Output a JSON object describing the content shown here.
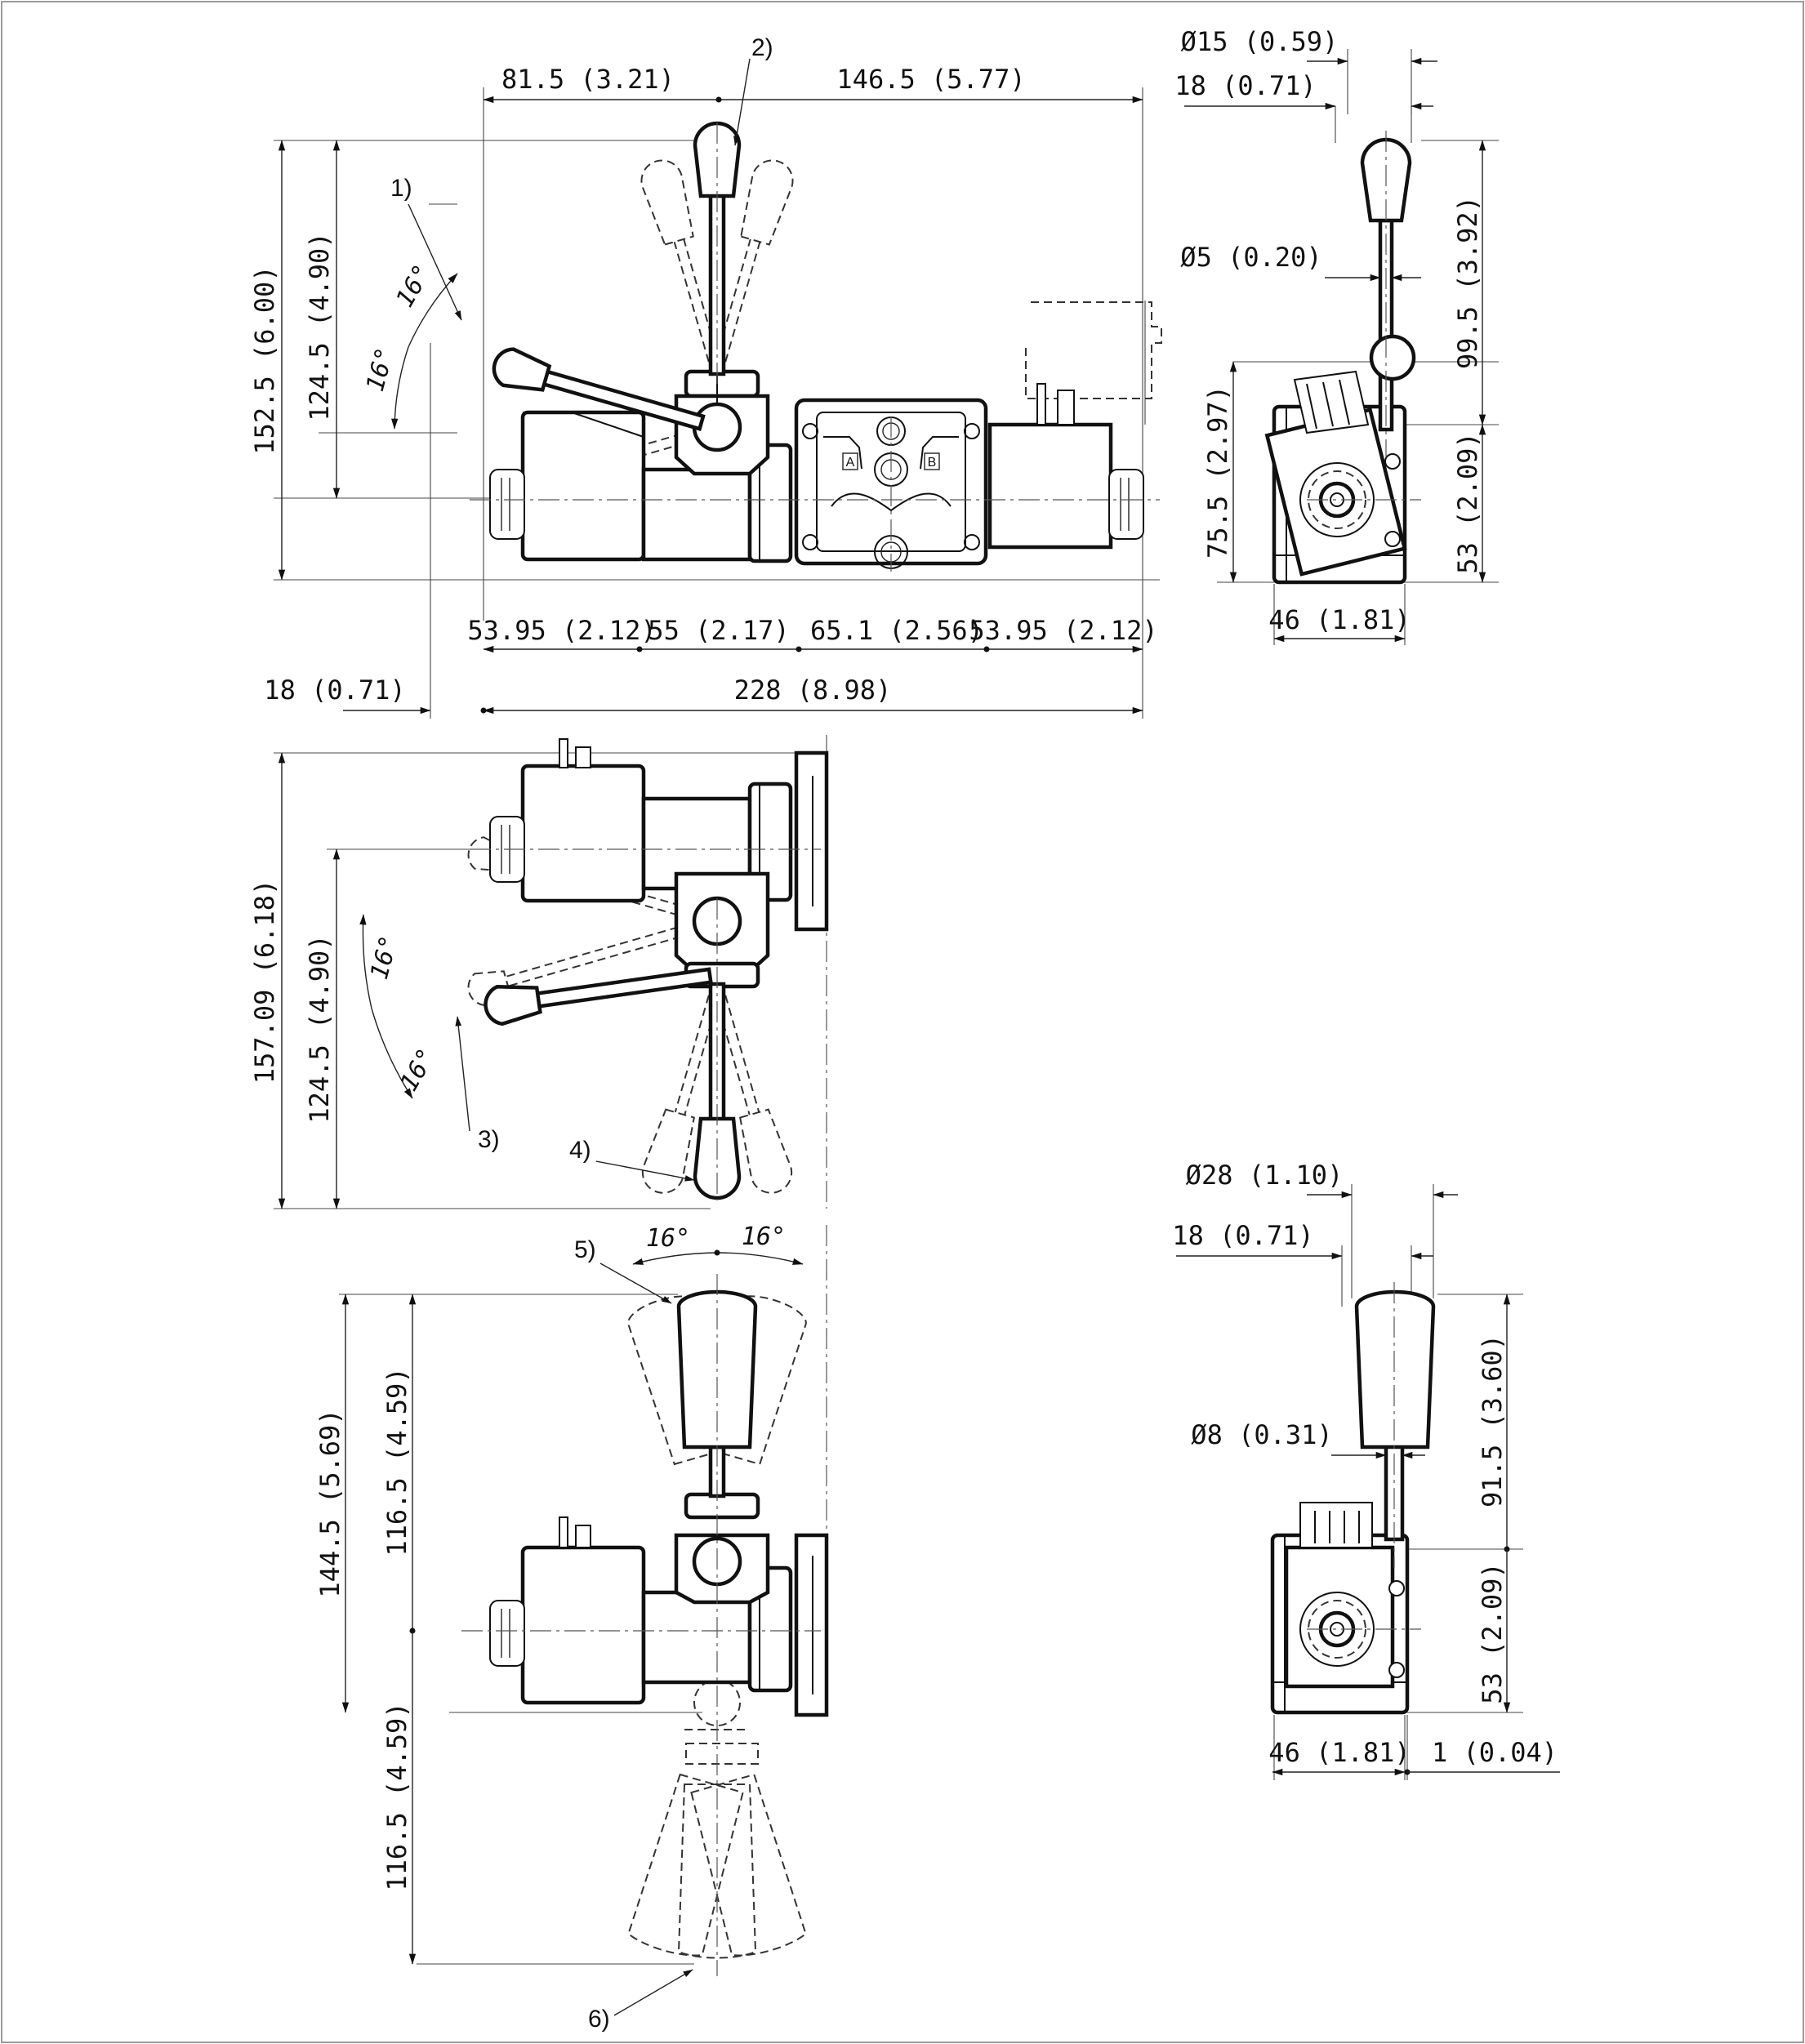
{
  "dimensions": {
    "top_view": {
      "left_to_lever": "81.5 (3.21)",
      "lever_to_right": "146.5 (5.77)",
      "total_height": "152.5 (6.00)",
      "lever_height": "124.5 (4.90)",
      "angle_upper": "16°",
      "angle_lower": "16°",
      "seg_1": "53.95 (2.12)",
      "seg_2": "55 (2.17)",
      "seg_3": "65.1 (2.56)",
      "seg_4": "53.95 (2.12)",
      "offset": "18 (0.71)",
      "total_length": "228 (8.98)"
    },
    "side_view_top": {
      "knob_diameter": "Ø15 (0.59)",
      "width": "18 (0.71)",
      "rod_diameter": "Ø5 (0.20)",
      "lever_height": "99.5 (3.92)",
      "body_height": "75.5 (2.97)",
      "axis_height": "53 (2.09)",
      "base_width": "46 (1.81)"
    },
    "middle_view": {
      "total_height": "157.09 (6.18)",
      "lever_height": "124.5 (4.90)",
      "angle_upper": "16°",
      "angle_lower": "16°"
    },
    "bottom_view": {
      "angle_left": "16°",
      "angle_right": "16°",
      "total_height": "144.5 (5.69)",
      "upper_lever": "116.5 (4.59)",
      "lower_lever": "116.5 (4.59)"
    },
    "side_view_bottom": {
      "knob_diameter": "Ø28 (1.10)",
      "width": "18 (0.71)",
      "rod_diameter": "Ø8 (0.31)",
      "lever_height": "91.5 (3.60)",
      "axis_height": "53 (2.09)",
      "base_width": "46 (1.81)",
      "offset": "1 (0.04)"
    }
  },
  "callouts": [
    "1)",
    "2)",
    "3)",
    "4)",
    "5)",
    "6)"
  ],
  "ports": [
    "A",
    "B"
  ]
}
